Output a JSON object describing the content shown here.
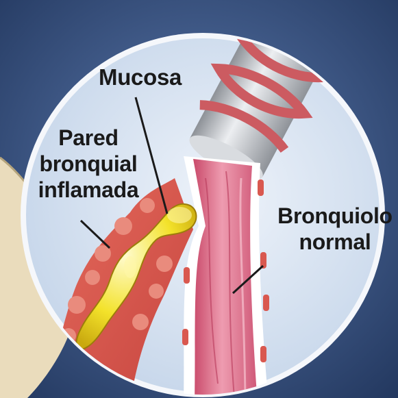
{
  "labels": {
    "mucosa": "Mucosa",
    "inflamed_wall": [
      "Pared",
      "bronquial",
      "inflamada"
    ],
    "normal_bronchiole": [
      "Bronquiolo",
      "normal"
    ]
  },
  "colors": {
    "background": "#2f4a78",
    "magnifier_circle": "#dce7f3",
    "tissue_pink": "#e27a92",
    "tissue_red": "#d9584f",
    "mucus_yellow": "#f3e22a",
    "cartilage_gray": "#c9ccd1",
    "muscle_band": "#cc5b61"
  }
}
